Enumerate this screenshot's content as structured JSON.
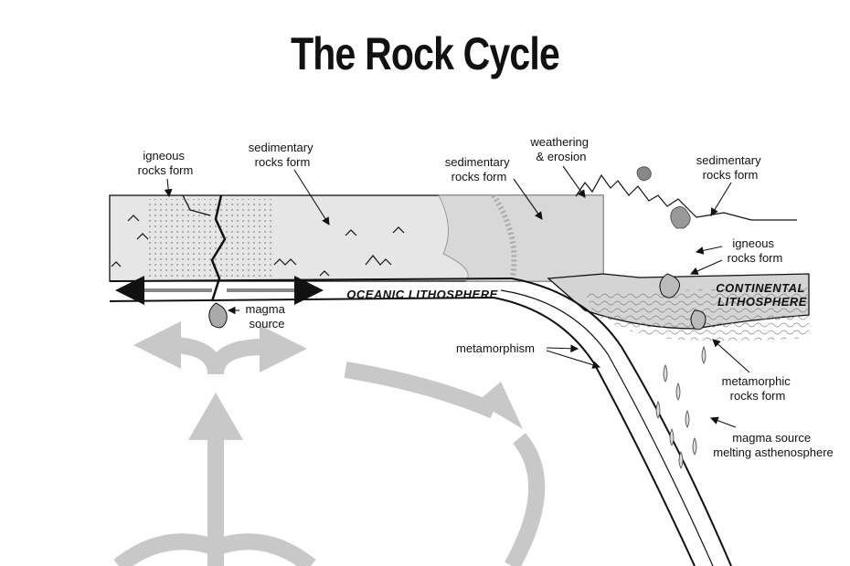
{
  "title": "The Rock Cycle",
  "labels": {
    "igneous_left": [
      "igneous",
      "rocks form"
    ],
    "sedimentary_1": [
      "sedimentary",
      "rocks form"
    ],
    "sedimentary_2": [
      "sedimentary",
      "rocks form"
    ],
    "weathering": [
      "weathering",
      "& erosion"
    ],
    "sedimentary_3": [
      "sedimentary",
      "rocks form"
    ],
    "igneous_right": [
      "igneous",
      "rocks form"
    ],
    "continental": [
      "CONTINENTAL",
      "LITHOSPHERE"
    ],
    "oceanic": "OCEANIC LITHOSPHERE",
    "magma_left": [
      "magma",
      "source"
    ],
    "metamorphism": "metamorphism",
    "metamorphic": [
      "metamorphic",
      "rocks form"
    ],
    "magma_right": [
      "magma source",
      "melting asthenosphere"
    ]
  },
  "colors": {
    "arrow_gray": "#c8c8c8",
    "crust_fill": "#e6e6e6",
    "continent_fill": "#d4d4d4",
    "line": "#111111"
  }
}
